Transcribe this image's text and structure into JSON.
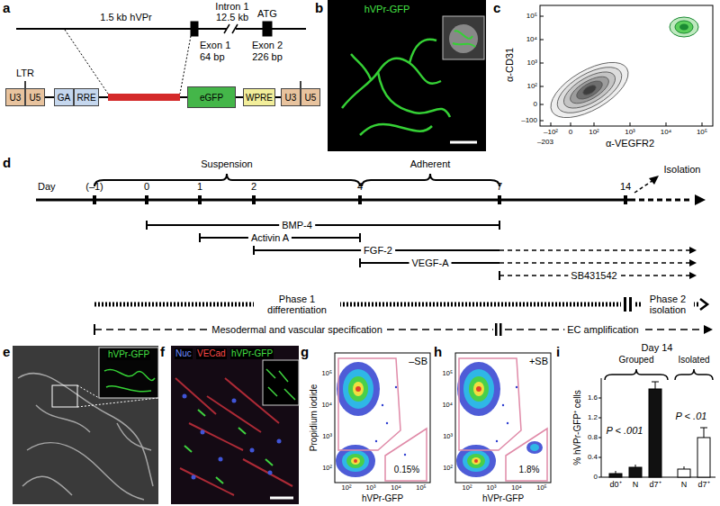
{
  "diagram": {
    "nodes": [
      {
        "text": [
          "U3"
        ]
      },
      {
        "text": [
          "U5"
        ]
      },
      {
        "text": [
          "GA"
        ]
      },
      {
        "text": [
          "RRE"
        ]
      },
      {
        "text": [
          "eGFP"
        ]
      },
      {
        "text": [
          "WPRE"
        ]
      },
      {
        "text": [
          "U3"
        ]
      },
      {
        "text": [
          "U5"
        ]
      }
    ],
    "labels": [
      "a",
      "1.5 kb hVPr",
      "Exon 1",
      "64 bp",
      "Intron 1",
      "12.5 kb",
      "ATG",
      "Exon 2",
      "226 bp",
      "LTR",
      "b",
      "hVPr-GFP",
      "c",
      "α-CD31",
      "α-VEGFR2",
      "10⁵",
      "10⁴",
      "10³",
      "10²",
      "0",
      "–100",
      "–10²",
      "0",
      "10²",
      "10³",
      "10⁴",
      "10⁵",
      "–203",
      "d",
      "Suspension",
      "Adherent",
      "Day",
      "(–1)",
      "0",
      "1",
      "2",
      "4",
      "7",
      "14",
      "Isolation",
      "BMP-4",
      "Activin A",
      "FGF-2",
      "VEGF-A",
      "SB431542",
      "Phase 1 differentiation",
      "Phase 2 isolation",
      "Mesodermal and vascular specification",
      "EC amplification",
      "e",
      "hVPr-GFP",
      "f",
      "Nuc",
      "VECad",
      "hVPr-GFP",
      "g",
      "–SB",
      "Propidium iodide",
      "hVPr-GFP",
      "0.15%",
      "h",
      "+SB",
      "hVPr-GFP",
      "1.8%",
      "i",
      "Day 14",
      "Grouped",
      "Isolated",
      "% hVPr-GFP⁺ cells",
      "1.6",
      "1.2",
      "0.8",
      "0.4",
      "0",
      "d0⁺",
      "N",
      "d7⁺",
      "N",
      "d7⁺",
      "P < .001",
      "P < .01",
      "10⁵",
      "10⁴",
      "10³",
      "10²",
      "10²",
      "10³",
      "10⁴",
      "10⁵",
      "10²",
      "10³",
      "10⁴",
      "10⁵",
      "10⁵",
      "10⁴",
      "10³",
      "10²"
    ]
  }
}
